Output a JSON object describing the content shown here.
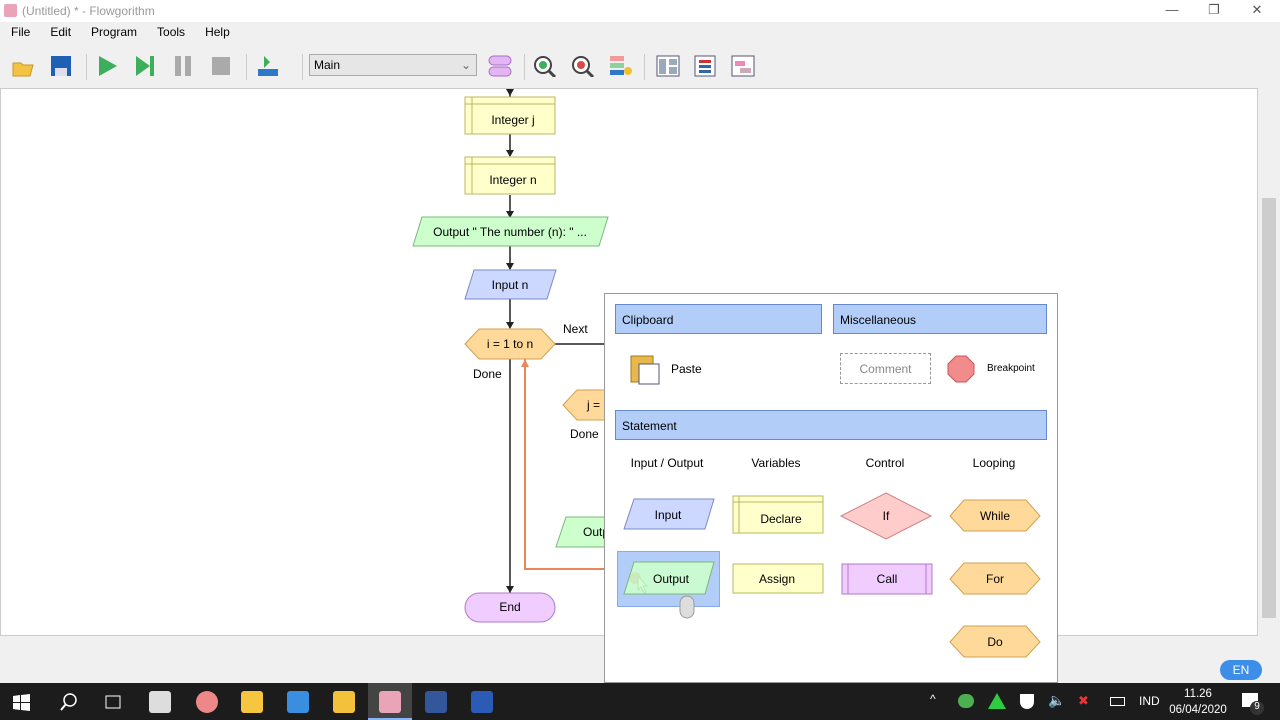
{
  "window": {
    "title": "(Untitled) * - Flowgorithm",
    "minimize": "—",
    "restore": "❐",
    "close": "✕"
  },
  "menu": [
    "File",
    "Edit",
    "Program",
    "Tools",
    "Help"
  ],
  "toolbar": {
    "function_select": "Main",
    "icons": [
      "open-icon",
      "save-icon",
      "run-icon",
      "step-icon",
      "pause-icon",
      "stop-icon",
      "layout-icon",
      "function-manager-icon",
      "zoom-in-icon",
      "zoom-out-icon",
      "style-icon",
      "variable-watch-icon",
      "console-icon",
      "source-code-icon"
    ]
  },
  "flowchart": {
    "shapes": [
      "Integer j",
      "Integer n",
      "Output \" The number (n): \" ...",
      "Input n",
      "i = 1 to n",
      "j = ",
      "Outp",
      "End"
    ],
    "labels": {
      "next": "Next",
      "done1": "Done",
      "done2": "Done"
    }
  },
  "popup": {
    "clipboard": "Clipboard",
    "paste": "Paste",
    "misc": "Miscellaneous",
    "comment": "Comment",
    "breakpoint": "Breakpoint",
    "statement": "Statement",
    "categories": [
      "Input / Output",
      "Variables",
      "Control",
      "Looping"
    ],
    "items": {
      "input": "Input",
      "output": "Output",
      "declare": "Declare",
      "assign": "Assign",
      "if": "If",
      "call": "Call",
      "while": "While",
      "for": "For",
      "do": "Do"
    }
  },
  "language_badge": "EN",
  "taskbar": {
    "lang": "IND",
    "time": "11.26",
    "date": "06/04/2020",
    "notifications": "9"
  },
  "colors": {
    "declare": "#ffffcc",
    "io_output": "#ccffcc",
    "io_input": "#ccd8ff",
    "loop": "#ffd999",
    "if": "#ffcccc",
    "end": "#f0ccff",
    "loop_line": "#e8885a",
    "popup_header": "#b3cdf9"
  }
}
